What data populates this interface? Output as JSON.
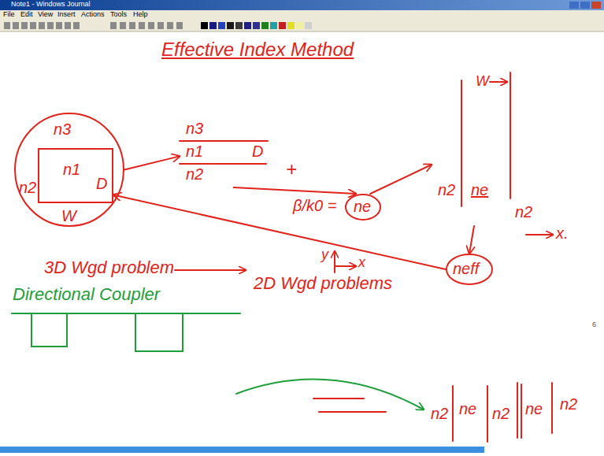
{
  "diagram": {
    "title": "Effective Index Method",
    "nodes": [
      {
        "text": [
          "n3",
          "n2",
          "W"
        ]
      },
      {
        "text": [
          "n1",
          "D"
        ],
        "in": 0
      },
      {
        "text": [
          "n3",
          "n1",
          "n2",
          "D"
        ]
      },
      {
        "text": [
          "W",
          "n2",
          "ne",
          "n2"
        ]
      },
      {
        "text": [
          "ne"
        ]
      },
      {
        "text": [
          "neff"
        ]
      },
      {
        "text": [
          "n2",
          "ne",
          "n2",
          "ne",
          "n2"
        ]
      }
    ],
    "edges": [
      {
        "from": 0,
        "to": 2,
        "arrow": "to"
      },
      {
        "from": 2,
        "to": 4,
        "arrow": "to"
      },
      {
        "from": 4,
        "to": 3,
        "arrow": "to"
      },
      {
        "from": 3,
        "to": 5,
        "arrow": "to"
      },
      {
        "from": 5,
        "to": 1,
        "arrow": "to"
      }
    ],
    "labels": [
      "Note1 - Windows Journal",
      "File",
      "Edit",
      "View",
      "Insert",
      "Actions",
      "Tools",
      "Help",
      "+",
      "β/k0 =",
      "y",
      "x",
      "x.",
      "3D Wgd problem",
      "2D Wgd problems",
      "Directional Coupler",
      "6"
    ]
  }
}
